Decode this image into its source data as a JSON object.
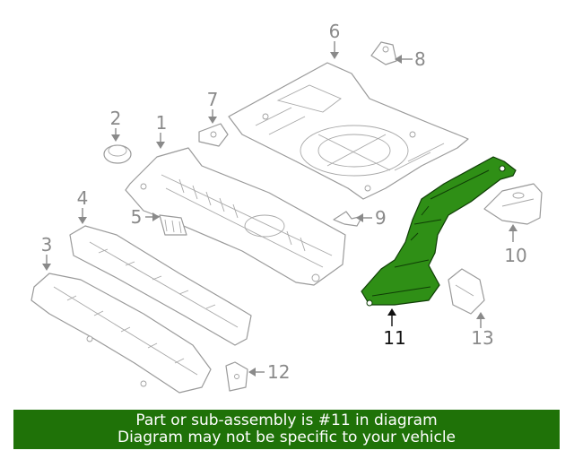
{
  "diagram": {
    "callouts": [
      {
        "id": "1",
        "label": "1"
      },
      {
        "id": "2",
        "label": "2"
      },
      {
        "id": "3",
        "label": "3"
      },
      {
        "id": "4",
        "label": "4"
      },
      {
        "id": "5",
        "label": "5"
      },
      {
        "id": "6",
        "label": "6"
      },
      {
        "id": "7",
        "label": "7"
      },
      {
        "id": "8",
        "label": "8"
      },
      {
        "id": "9",
        "label": "9"
      },
      {
        "id": "10",
        "label": "10"
      },
      {
        "id": "11",
        "label": "11"
      },
      {
        "id": "12",
        "label": "12"
      },
      {
        "id": "13",
        "label": "13"
      }
    ],
    "highlighted_part": "11",
    "colors": {
      "highlight_fill": "#2f8f16",
      "line": "#9a9a9a",
      "callout_text": "#8a8a8a",
      "active_text": "#111111",
      "banner": "#1f7208"
    }
  },
  "banner": {
    "line1": "Part or sub-assembly is #11 in diagram",
    "line2": "Diagram may not be specific to your vehicle"
  }
}
